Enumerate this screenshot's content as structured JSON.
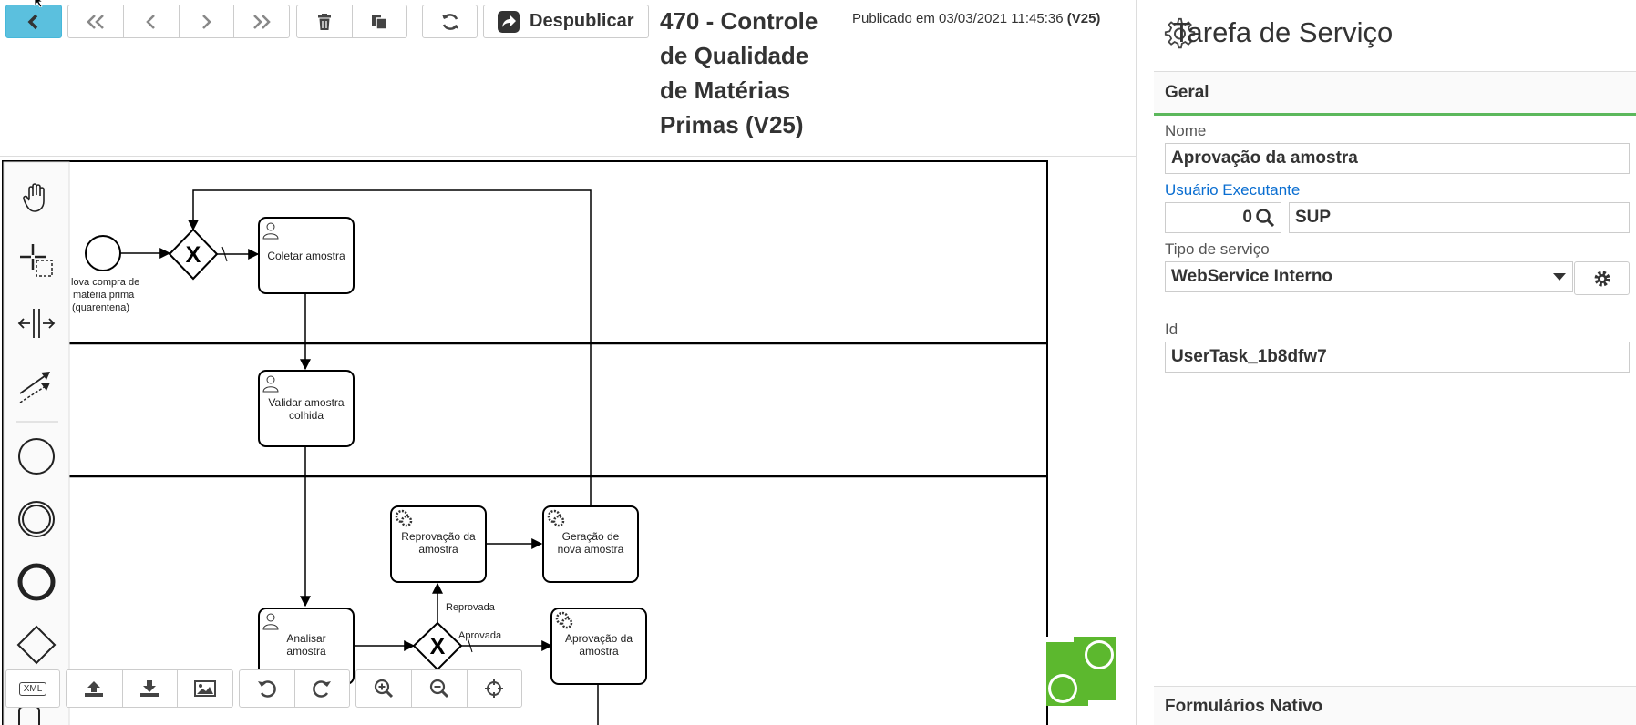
{
  "toolbar": {
    "unpublish_label": "Despublicar"
  },
  "process": {
    "title": "470 - Controle de Qualidade de Matérias Primas (V25)",
    "published_prefix": "Publicado em 03/03/2021 11:45:36",
    "published_version": "(V25)"
  },
  "diagram": {
    "start_event_label_1": "lova compra de",
    "start_event_label_2": "matéria prima",
    "start_event_label_3": "(quarentena)",
    "gateway_symbol": "X",
    "task_collect": "Coletar amostra",
    "task_validate_1": "Validar amostra",
    "task_validate_2": "colhida",
    "task_analyze_1": "Analisar",
    "task_analyze_2": "amostra",
    "task_reprove_1": "Reprovação da",
    "task_reprove_2": "amostra",
    "task_newsample_1": "Geração de",
    "task_newsample_2": "nova amostra",
    "task_approve_1": "Aprovação da",
    "task_approve_2": "amostra",
    "flow_reproved": "Reprovada",
    "flow_approved": "Aprovada",
    "xml_label": "XML"
  },
  "panel": {
    "title": "Tarefa de Serviço",
    "section_general": "Geral",
    "name_label": "Nome",
    "name_value": "Aprovação da amostra",
    "user_label": "Usuário Executante",
    "user_code": "0",
    "user_name": "SUP",
    "service_type_label": "Tipo de serviço",
    "service_type_value": "WebService Interno",
    "id_label": "Id",
    "id_value": "UserTask_1b8dfw7",
    "section_forms": "Formulários Nativo",
    "collapse_arrow": "▶"
  },
  "colors": {
    "accent_blue": "#5bc0de",
    "section_underline": "#5cb85c",
    "logo_green": "#5cb82e",
    "link_blue": "#0a6ed1"
  }
}
